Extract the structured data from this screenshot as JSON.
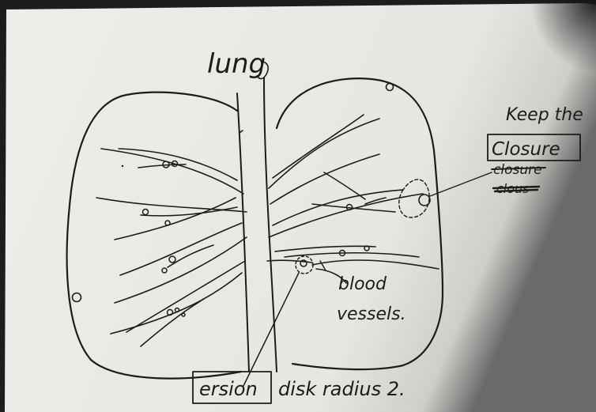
{
  "sketch": {
    "title": "lung",
    "annotations": {
      "keep_line": "Keep the",
      "boxed_word": "Closure",
      "struck_1": "closure",
      "struck_2": "clous",
      "vessels_line1": "blood",
      "vessels_line2": "vessels.",
      "erosion_boxed": "ersion",
      "erosion_rest": "disk radius 2."
    },
    "colors": {
      "paper": "#ebeae6",
      "ink": "#1e1c1a",
      "shadow": "#1d1d1d"
    }
  }
}
